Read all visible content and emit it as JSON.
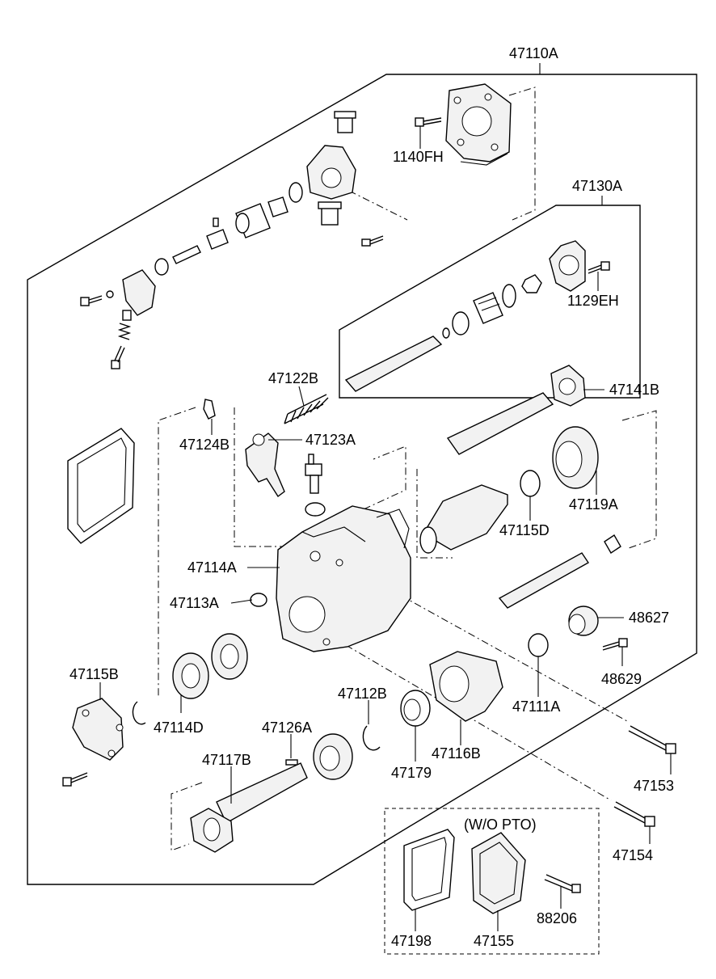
{
  "labels": {
    "p47110A": "47110A",
    "p1140FH": "1140FH",
    "p47130A": "47130A",
    "p1129EH": "1129EH",
    "p47122B": "47122B",
    "p47141B": "47141B",
    "p47124B": "47124B",
    "p47123A": "47123A",
    "p47119A": "47119A",
    "p47115D": "47115D",
    "p47114A": "47114A",
    "p47113A": "47113A",
    "p48627": "48627",
    "p48629": "48629",
    "p47115B": "47115B",
    "p47112B": "47112B",
    "p47111A": "47111A",
    "p47114D": "47114D",
    "p47126A": "47126A",
    "p47116B": "47116B",
    "p47117B": "47117B",
    "p47179": "47179",
    "p47153": "47153",
    "p47154": "47154",
    "p88206": "88206",
    "p47198": "47198",
    "p47155": "47155",
    "wo_pto": "(W/O PTO)"
  }
}
